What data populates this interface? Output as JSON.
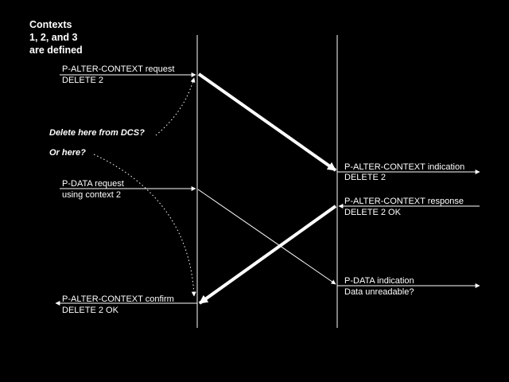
{
  "header": {
    "line1": "Contexts",
    "line2": "1, 2, and 3",
    "line3": "are defined"
  },
  "left_events": {
    "alter_request": {
      "primitive": "P-ALTER-CONTEXT request",
      "detail": "DELETE 2"
    },
    "data_request": {
      "primitive": "P-DATA request",
      "detail": "using context 2"
    },
    "alter_confirm": {
      "primitive": "P-ALTER-CONTEXT confirm",
      "detail": "DELETE 2 OK"
    }
  },
  "right_events": {
    "alter_indication": {
      "primitive": "P-ALTER-CONTEXT indication",
      "detail": "DELETE 2"
    },
    "alter_response": {
      "primitive": "P-ALTER-CONTEXT response",
      "detail": "DELETE 2 OK"
    },
    "data_indication": {
      "primitive": "P-DATA indication",
      "detail": "Data unreadable?"
    }
  },
  "questions": {
    "q1": "Delete here from DCS?",
    "q2": "Or here?"
  },
  "colors": {
    "background": "#000000",
    "foreground": "#ffffff"
  }
}
